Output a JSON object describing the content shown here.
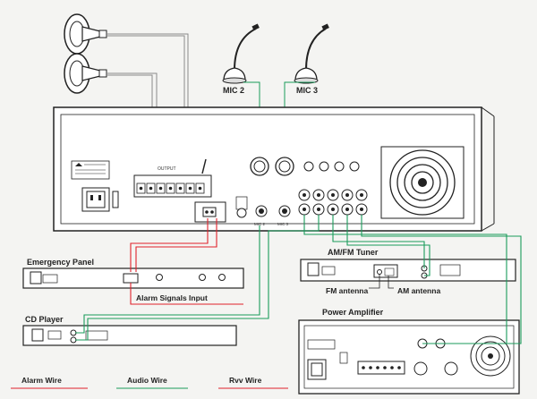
{
  "labels": {
    "mic2": "MIC 2",
    "mic3": "MIC 3",
    "emergency_panel": "Emergency Panel",
    "alarm_signals_input": "Alarm Signals Input",
    "cd_player": "CD Player",
    "amfm_tuner": "AM/FM Tuner",
    "fm_antenna": "FM antenna",
    "am_antenna": "AM antenna",
    "power_amplifier": "Power Amplifier",
    "output": "OUTPUT",
    "mic2_jack": "MIC 2",
    "mic3_jack": "MIC 3"
  },
  "legend": [
    {
      "label": "Alarm Wire",
      "color": "#e0212b"
    },
    {
      "label": "Audio Wire",
      "color": "#1a9b5b"
    },
    {
      "label": "Rvv Wire",
      "color": "#e0212b"
    }
  ],
  "colors": {
    "alarm": "#e0212b",
    "audio": "#1a9b5b",
    "speaker": "#8a8a8a"
  }
}
